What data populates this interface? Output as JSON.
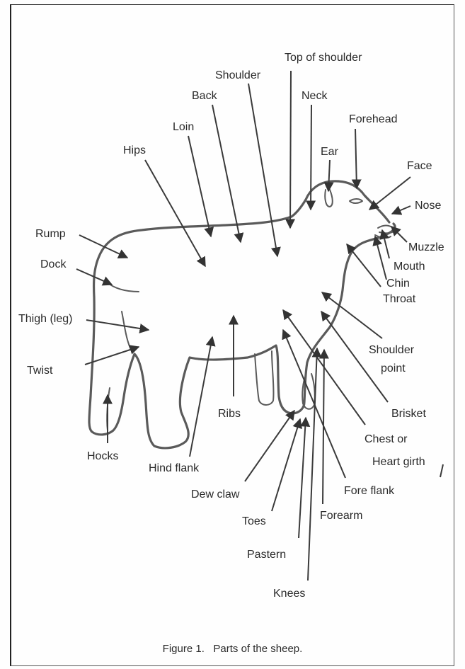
{
  "figure": {
    "caption_number": "Figure 1.",
    "caption_text": "Parts of the sheep."
  },
  "labels": {
    "top_of_shoulder": "Top of shoulder",
    "shoulder": "Shoulder",
    "back": "Back",
    "neck": "Neck",
    "forehead": "Forehead",
    "loin": "Loin",
    "hips": "Hips",
    "ear": "Ear",
    "face": "Face",
    "nose": "Nose",
    "rump": "Rump",
    "muzzle": "Muzzle",
    "dock": "Dock",
    "mouth": "Mouth",
    "chin": "Chin",
    "throat": "Throat",
    "thigh": "Thigh (leg)",
    "shoulder_point_1": "Shoulder",
    "shoulder_point_2": "point",
    "twist": "Twist",
    "brisket": "Brisket",
    "ribs": "Ribs",
    "chest_1": "Chest or",
    "hocks": "Hocks",
    "chest_2": "Heart girth",
    "hind_flank": "Hind flank",
    "fore_flank": "Fore flank",
    "dew_claw": "Dew claw",
    "forearm": "Forearm",
    "toes": "Toes",
    "pastern": "Pastern",
    "knees": "Knees"
  }
}
